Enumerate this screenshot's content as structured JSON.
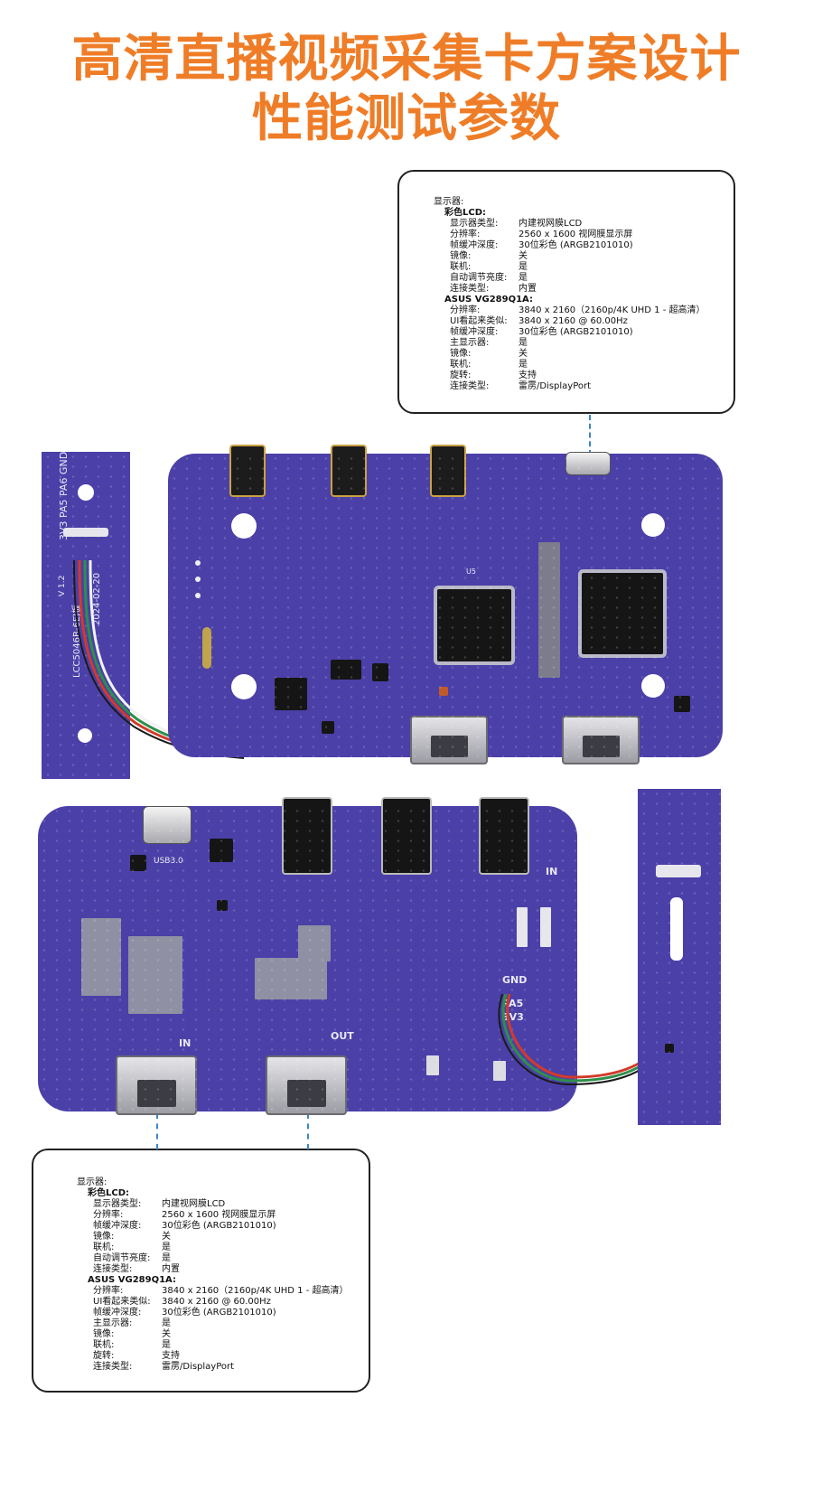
{
  "title": {
    "line1": "高清直播视频采集卡方案设计",
    "line2": "性能测试参数"
  },
  "spec_panel": {
    "heading": "显示器:",
    "lcd_title": "彩色LCD:",
    "lcd_rows": [
      {
        "label": "显示器类型:",
        "value": "内建视网膜LCD"
      },
      {
        "label": "分辨率:",
        "value": "2560 x 1600 视网膜显示屏"
      },
      {
        "label": "帧缓冲深度:",
        "value": "30位彩色 (ARGB2101010)"
      },
      {
        "label": "镜像:",
        "value": "关"
      },
      {
        "label": "联机:",
        "value": "是"
      },
      {
        "label": "自动调节亮度:",
        "value": "是"
      },
      {
        "label": "连接类型:",
        "value": "内置"
      }
    ],
    "asus_title": "ASUS VG289Q1A:",
    "asus_rows": [
      {
        "label": "分辨率:",
        "value": "3840 x 2160（2160p/4K UHD 1 - 超高清）"
      },
      {
        "label": "UI看起来类似:",
        "value": "3840 x 2160 @ 60.00Hz"
      },
      {
        "label": "帧缓冲深度:",
        "value": "30位彩色 (ARGB2101010)"
      },
      {
        "label": "主显示器:",
        "value": "是"
      },
      {
        "label": "镜像:",
        "value": "关"
      },
      {
        "label": "联机:",
        "value": "是"
      },
      {
        "label": "旋转:",
        "value": "支持"
      },
      {
        "label": "连接类型:",
        "value": "雷雳/DisplayPort"
      }
    ]
  },
  "boards": {
    "small_left_labels": [
      "3V3",
      "PA5",
      "PA6",
      "GND"
    ],
    "small_left_model": "LCC5046B-6EJ板",
    "small_left_date": "2024-02-20",
    "small_left_ver": "V 1.2",
    "bottom_in_label": "IN",
    "bottom_out_label": "OUT",
    "bottom_hdmi_in_label": "IN",
    "bottom_usb_label": "USB3.0",
    "bottom_pin_labels": [
      "GND",
      "PA5",
      "3V3"
    ],
    "chip_u5": "U5"
  },
  "colors": {
    "title": "#ef7d27",
    "pcb": "#4b40a8",
    "dash": "#3a86c8"
  }
}
